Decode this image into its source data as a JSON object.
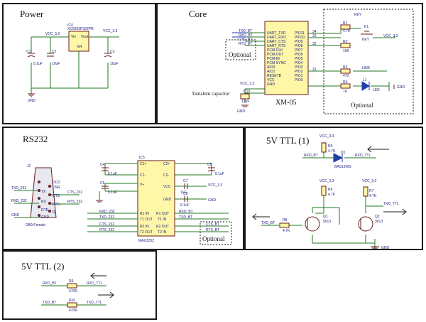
{
  "sections": {
    "power": "Power",
    "core": "Core",
    "rs232": "RS232",
    "ttl1": "5V TTL (1)",
    "ttl2": "5V TTL (2)"
  },
  "power": {
    "vcc_in": "VCC_5.0",
    "vcc_out": "VCC_3.3",
    "ic4": "IC4",
    "ic4_part": "XC6203P332PR",
    "vin": "Vin",
    "vout": "Vout",
    "gnd_pin": "GN",
    "c1": "C1",
    "c1_val": "0.1uF",
    "c2": "C2",
    "c2_val": "10uF",
    "c3": "C3",
    "c3_val": "10uF",
    "gnd": "GND"
  },
  "core": {
    "module": "XM-05",
    "left_pins": [
      "UART_TXD",
      "UART_RXD",
      "UART_CTS",
      "UART_RTS",
      "PCM-CLK",
      "PCM-OUT",
      "PCM-IN",
      "PCM-SYNC",
      "AIO0",
      "AIO1",
      "RESETB",
      "VCC",
      "GND"
    ],
    "right_pins": [
      "PIO11",
      "PIO10",
      "PIO9",
      "PIO8",
      "PIO7",
      "PIO6",
      "PIO5",
      "PIO4",
      "PIO3",
      "PIO2",
      "PIO1",
      "PIO0"
    ],
    "nets": [
      "TXD_BT",
      "RXD_BT",
      "CTS_BT",
      "RTS_BT"
    ],
    "pin_nums": [
      "34",
      "33",
      "32",
      "31"
    ],
    "optional": "Optional",
    "optional2": "Optional",
    "vcc": "VCC_3.3",
    "c10": "C10",
    "c10_val": "10uF",
    "tantalum": "Tantalum capacitor",
    "gnd": "GND",
    "key": "KEY",
    "k1": "K1",
    "k1_label": "KEY",
    "r1": "R1",
    "r1_val": "4.7K",
    "r2": "R2",
    "r2_val": "10K",
    "r3": "R3",
    "r3_val": "470",
    "r4": "R4",
    "r4_val": "1K",
    "link": "LINK",
    "led": "LED",
    "led_id": "L1",
    "vcc_key": "VCC_3.3",
    "gnd_r": "GND"
  },
  "rs232": {
    "j2": "J2",
    "connector": "DB9-Female",
    "db9_pins": [
      "DCD",
      "DSR",
      "TX",
      "CTS",
      "RX",
      "RTS",
      "DTR",
      "RI",
      "GND"
    ],
    "nets_left": [
      "TXD_232",
      "RXD_232",
      "GND"
    ],
    "nets_right": [
      "CTS_232",
      "RTS_232"
    ],
    "ic5": "IC5",
    "ic5_part": "MAX3232",
    "left_pins": [
      "C1+",
      "C1-",
      "V+",
      "",
      "R1 IN",
      "T1 OUT",
      "R2 IN",
      "T2 OUT"
    ],
    "right_pins": [
      "C2+",
      "C2-",
      "VCC",
      "GND",
      "R1 OUT",
      "T1 IN",
      "R2 OUT",
      "T2 IN"
    ],
    "c4": "C4",
    "c4_val": "0.1uF",
    "c5": "C5",
    "c5_val": "0.1uF",
    "c6": "C6",
    "c6_val": "0.1uF",
    "c7": "C7",
    "c7_val": "1uF",
    "c8": "C8",
    "c8_val": "0.1uF",
    "vcc": "VCC_3.3",
    "gnd": "GND",
    "optional": "Optional",
    "nets_mid": [
      "RXD_232",
      "TXD_232",
      "CTS_232",
      "RTS_232"
    ],
    "nets_bt": [
      "RXD_BT",
      "TXD_BT",
      "CTS_BT",
      "RTS_BT"
    ]
  },
  "ttl1": {
    "vcc": "VCC_3.3",
    "vcc5": "VCC_5.0",
    "r5": "R5",
    "r5_val": "4.7K",
    "r6": "R6",
    "r6_val": "4.7K",
    "r7": "R7",
    "r7_val": "4.7K",
    "r8": "R8",
    "r8_val": "4.7K",
    "d1": "D1",
    "d1_part": "BAS19WS",
    "rxd_bt": "RXD_BT",
    "rxd_ttl": "RXD_TTL",
    "txd_bt": "TXD_BT",
    "txd_ttl": "TXD_TTL",
    "q1": "Q1",
    "q1_part": "9013",
    "q2": "Q2",
    "q2_part": "9013",
    "gnd": "GND"
  },
  "ttl2": {
    "r9": "R9",
    "r9_val": "470R",
    "r10": "R10",
    "r10_val": "470R",
    "rxd_bt": "RXD_BT",
    "rxd_ttl": "RXD_TTL",
    "txd_bt": "TXD_BT",
    "txd_ttl": "TXD_TTL"
  },
  "colors": {
    "wire": "#1f7a1f",
    "wire_blue": "#1e3fa8",
    "component": "#6b1a1a",
    "text": "#202080",
    "module_fill": "#fff7a8",
    "frame": "#1a1a1a"
  }
}
